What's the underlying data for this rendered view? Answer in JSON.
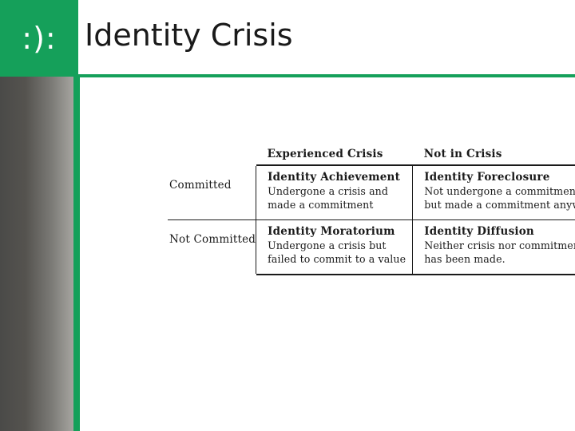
{
  "slide": {
    "title": "Identity Crisis",
    "logo_glyph": ":):",
    "accent_color": "#15a05a",
    "header_text_color": "#1a1a1a",
    "sidebar_gradient_from": "#4a4a48",
    "sidebar_gradient_to": "#a6a5a0"
  },
  "matrix": {
    "column_headers": [
      "",
      "Experienced Crisis",
      "Not in Crisis"
    ],
    "rows": [
      {
        "label": "Committed",
        "cells": [
          {
            "title": "Identity Achievement",
            "lines": [
              "Undergone a crisis and",
              "made a commitment"
            ]
          },
          {
            "title": "Identity Foreclosure",
            "lines": [
              "Not undergone a commitment",
              "but made a commitment anyway"
            ]
          }
        ]
      },
      {
        "label": "Not Committed",
        "cells": [
          {
            "title": "Identity Moratorium",
            "lines": [
              "Undergone a crisis but",
              "failed to commit to a value"
            ]
          },
          {
            "title": "Identity Diffusion",
            "lines": [
              "Neither crisis nor commitment",
              "has been made."
            ]
          }
        ]
      }
    ]
  }
}
